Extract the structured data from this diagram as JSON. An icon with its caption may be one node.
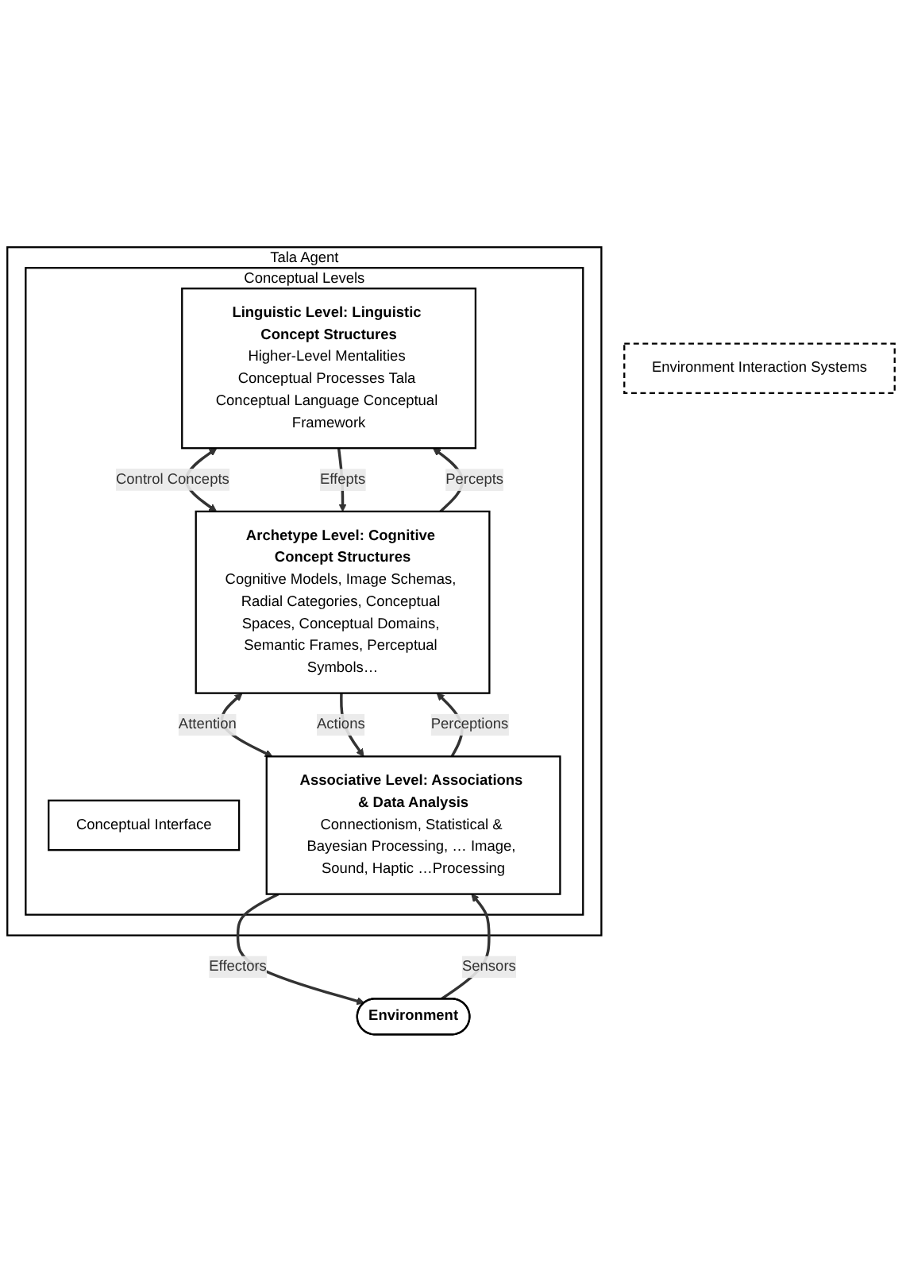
{
  "diagram": {
    "nodes": [
      {
        "text": [
          "Tala Agent"
        ]
      },
      {
        "text": [
          "Conceptual Levels"
        ],
        "in": 0
      },
      {
        "text": [
          "Linguistic Level: Linguistic Concept Structures",
          "Higher-Level Mentalities Conceptual Processes Tala Conceptual Language Conceptual Framework"
        ],
        "in": 1
      },
      {
        "text": [
          "Conceptual Interface"
        ],
        "in": 1
      },
      {
        "text": [
          "Environment Interaction Systems"
        ]
      },
      {
        "text": [
          "Archetype Level: Cognitive Concept Structures",
          "Cognitive Models, Image Schemas, Radial Categories, Conceptual Spaces, Conceptual Domains, Semantic Frames, Perceptual Symbols…"
        ],
        "in": 1
      },
      {
        "text": [
          "Associative Level: Associations & Data Analysis",
          "Connectionism, Statistical & Bayesian Processing, … Image, Sound, Haptic …Processing"
        ],
        "in": 1
      },
      {
        "text": [
          "Environment"
        ]
      }
    ],
    "edges": [
      {
        "from": 5,
        "to": 2,
        "arrow": "to",
        "label": "Percepts"
      },
      {
        "from": 2,
        "to": 5,
        "arrow": "both",
        "label": "Control Concepts"
      },
      {
        "from": 2,
        "to": 5,
        "arrow": "to",
        "label": "Effepts"
      },
      {
        "from": 6,
        "to": 5,
        "arrow": "to",
        "label": "Perceptions"
      },
      {
        "from": 5,
        "to": 6,
        "arrow": "both",
        "label": "Attention"
      },
      {
        "from": 5,
        "to": 6,
        "arrow": "to",
        "label": "Actions"
      },
      {
        "from": 7,
        "to": 6,
        "arrow": "to",
        "label": "Sensors"
      },
      {
        "from": 6,
        "to": 7,
        "arrow": "to",
        "label": "Effectors"
      }
    ]
  }
}
